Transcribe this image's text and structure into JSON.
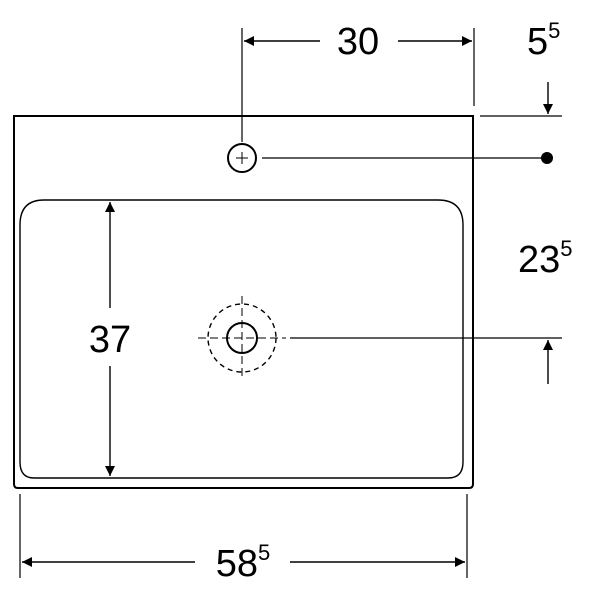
{
  "dimensions": {
    "tap_offset": {
      "main": "30",
      "sup": ""
    },
    "rim_to_tap": {
      "main": "5",
      "sup": "5"
    },
    "drain_offset": {
      "main": "23",
      "sup": "5"
    },
    "bowl_depth": {
      "main": "37",
      "sup": ""
    },
    "overall_width": {
      "main": "58",
      "sup": "5"
    }
  }
}
